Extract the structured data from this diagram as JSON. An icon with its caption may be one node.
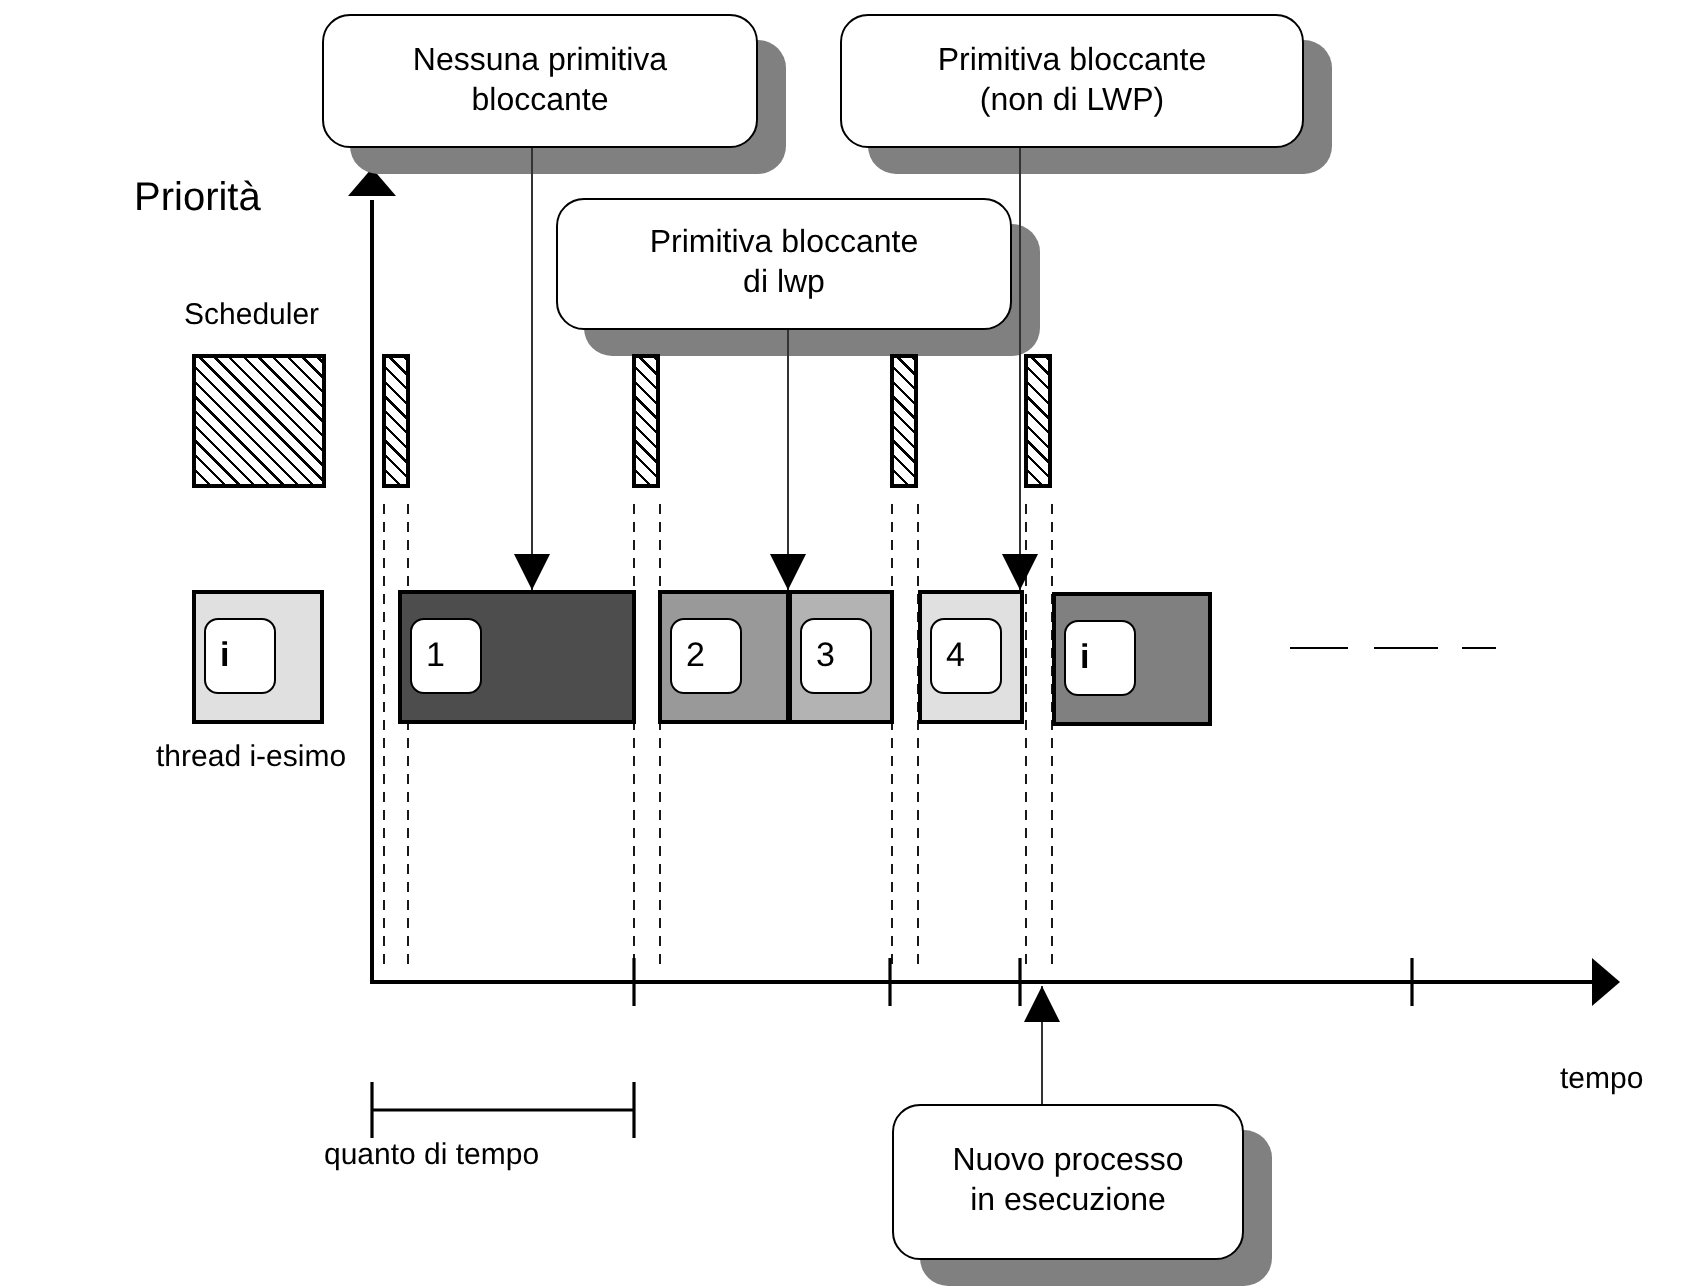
{
  "diagram": {
    "nodes": [
      {
        "text": [
          "Nessuna primitiva bloccante"
        ]
      },
      {
        "text": [
          "Primitiva bloccante (non di LWP)"
        ]
      },
      {
        "text": [
          "Primitiva bloccante di lwp"
        ]
      },
      {
        "text": [],
        "shape": "box"
      },
      {
        "text": [],
        "shape": "bar"
      },
      {
        "text": [],
        "shape": "bar"
      },
      {
        "text": [],
        "shape": "bar"
      },
      {
        "text": [],
        "shape": "bar"
      },
      {
        "text": [
          "i"
        ]
      },
      {
        "text": [
          "1"
        ]
      },
      {
        "text": [
          "2"
        ]
      },
      {
        "text": [
          "3"
        ]
      },
      {
        "text": [
          "4"
        ]
      },
      {
        "text": [
          "i"
        ]
      },
      {
        "text": [
          "Nuovo processo in esecuzione"
        ]
      }
    ],
    "edges": [
      {
        "from": 0,
        "to": 9,
        "arrow": "to"
      },
      {
        "from": 2,
        "to": 10,
        "arrow": "to"
      },
      {
        "from": 1,
        "to": 12,
        "arrow": "to"
      },
      {
        "from": 14,
        "to": null,
        "arrow": "to"
      }
    ],
    "labels": [
      "Priorità",
      "Scheduler",
      "thread i-esimo",
      "tempo",
      "quanto di tempo"
    ]
  }
}
